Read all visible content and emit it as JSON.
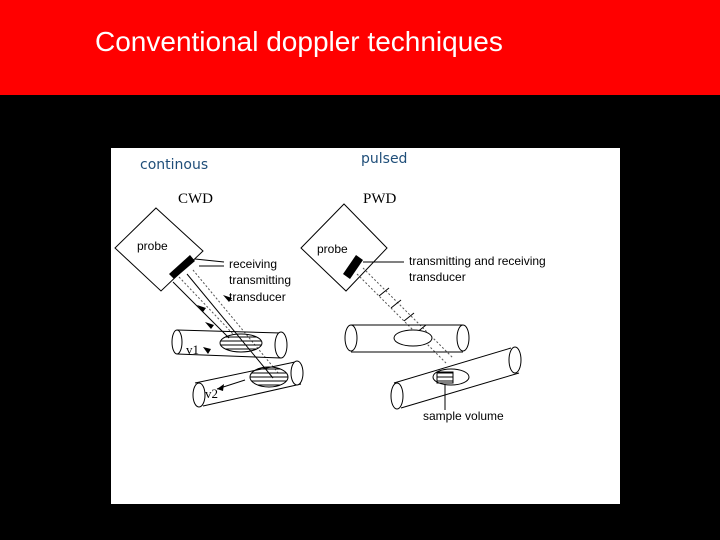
{
  "slide": {
    "title": "Conventional doppler techniques",
    "colors": {
      "title_bar": "#ff0000",
      "background": "#000000",
      "figure_bg": "#ffffff",
      "caption": "#1f4e79"
    }
  },
  "figure": {
    "left_panel": {
      "caption": "continous",
      "heading": "CWD",
      "probe_label": "probe",
      "transducer_label_lines": [
        "receiving",
        "transmitting",
        "transducer"
      ],
      "velocity_labels": [
        "v1",
        "v2"
      ]
    },
    "right_panel": {
      "caption": "pulsed",
      "heading": "PWD",
      "probe_label": "probe",
      "transducer_label_lines": [
        "transmitting and receiving",
        "transducer"
      ],
      "sample_label": "sample volume"
    }
  }
}
